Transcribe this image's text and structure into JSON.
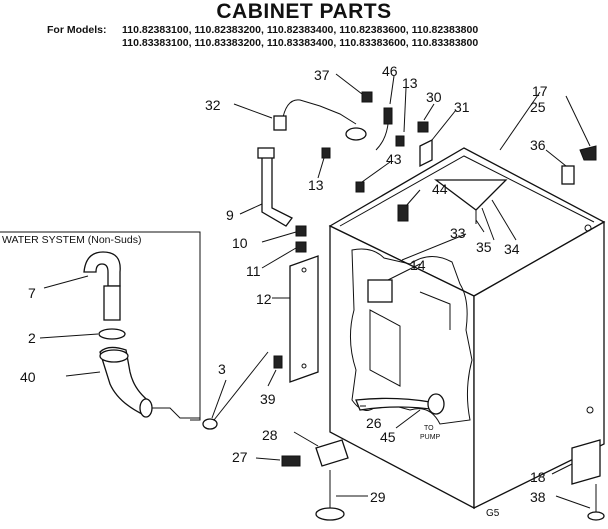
{
  "title": "CABINET PARTS",
  "models": {
    "label": "For Models:",
    "line1": "110.82383100, 110.82383200, 110.82383400, 110.82383600, 110.82383800",
    "line2": "110.83383100, 110.83383200, 110.83383400, 110.83383600, 110.83383800"
  },
  "water_system_box": {
    "title": "WATER SYSTEM (Non-Suds)"
  },
  "callouts": {
    "p2": "2",
    "p3": "3",
    "p7": "7",
    "p9": "9",
    "p10": "10",
    "p11": "11",
    "p12": "12",
    "p13a": "13",
    "p13b": "13",
    "p14": "14",
    "p17": "17",
    "p18": "18",
    "p25": "25",
    "p26": "26",
    "p27": "27",
    "p28": "28",
    "p29": "29",
    "p30": "30",
    "p31": "31",
    "p32": "32",
    "p33": "33",
    "p34": "34",
    "p35": "35",
    "p36": "36",
    "p37": "37",
    "p38": "38",
    "p39": "39",
    "p40": "40",
    "p43": "43",
    "p44": "44",
    "p45": "45",
    "p46": "46"
  },
  "annotations": {
    "to_pump_1": "TO",
    "to_pump_2": "PUMP",
    "page_code": "G5"
  }
}
